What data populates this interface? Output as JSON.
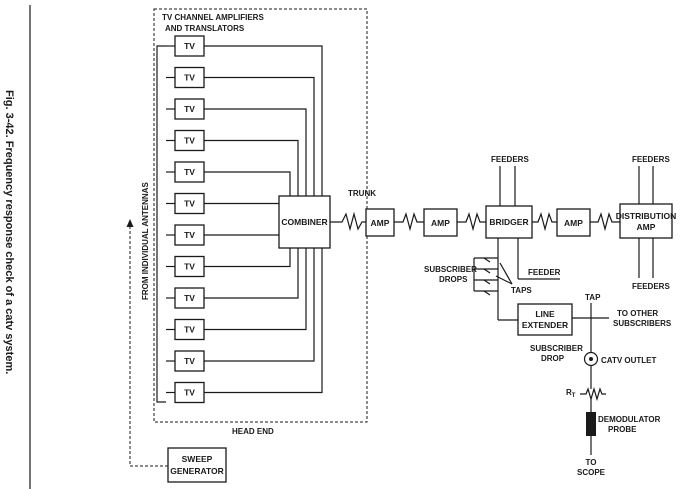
{
  "figure": {
    "caption": "Fig. 3-42. Frequency response check of a catv system."
  },
  "head_end": {
    "title_line1": "TV CHANNEL AMPLIFIERS",
    "title_line2": "AND TRANSLATORS",
    "antennas_label": "FROM INDIVIDUAL ANTENNAS",
    "tv_label": "TV",
    "tv_count": 12,
    "combiner_label": "COMBINER",
    "head_end_label": "HEAD END"
  },
  "sweep": {
    "line1": "SWEEP",
    "line2": "GENERATOR"
  },
  "trunk_line": {
    "trunk_label": "TRUNK",
    "amp_label": "AMP",
    "bridger_label": "BRIDGER",
    "dist_line1": "DISTRIBUTION",
    "dist_line2": "AMP",
    "feeders_label": "FEEDERS",
    "feeder_label": "FEEDER"
  },
  "subscriber": {
    "drops_line1": "SUBSCRIBER",
    "drops_line2": "DROPS",
    "taps_label": "TAPS",
    "line_ext_line1": "LINE",
    "line_ext_line2": "EXTENDER",
    "tap_label": "TAP",
    "other_line1": "TO OTHER",
    "other_line2": "SUBSCRIBERS",
    "drop_line1": "SUBSCRIBER",
    "drop_line2": "DROP",
    "outlet_label": "CATV OUTLET",
    "rt_main": "R",
    "rt_sub": "T",
    "probe_line1": "DEMODULATOR",
    "probe_line2": "PROBE",
    "scope_line1": "TO",
    "scope_line2": "SCOPE"
  }
}
